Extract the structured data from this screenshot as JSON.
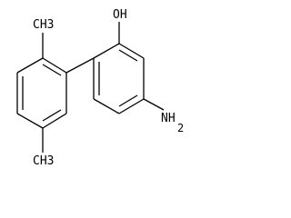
{
  "molecule": {
    "labels": {
      "methyl_top": "CH3",
      "methyl_bottom": "CH3",
      "hydroxyl": "OH",
      "amine_main": "NH",
      "amine_subscript": "2"
    }
  },
  "colors": {
    "bond": "#000000",
    "text": "#000000",
    "background": "#ffffff"
  }
}
